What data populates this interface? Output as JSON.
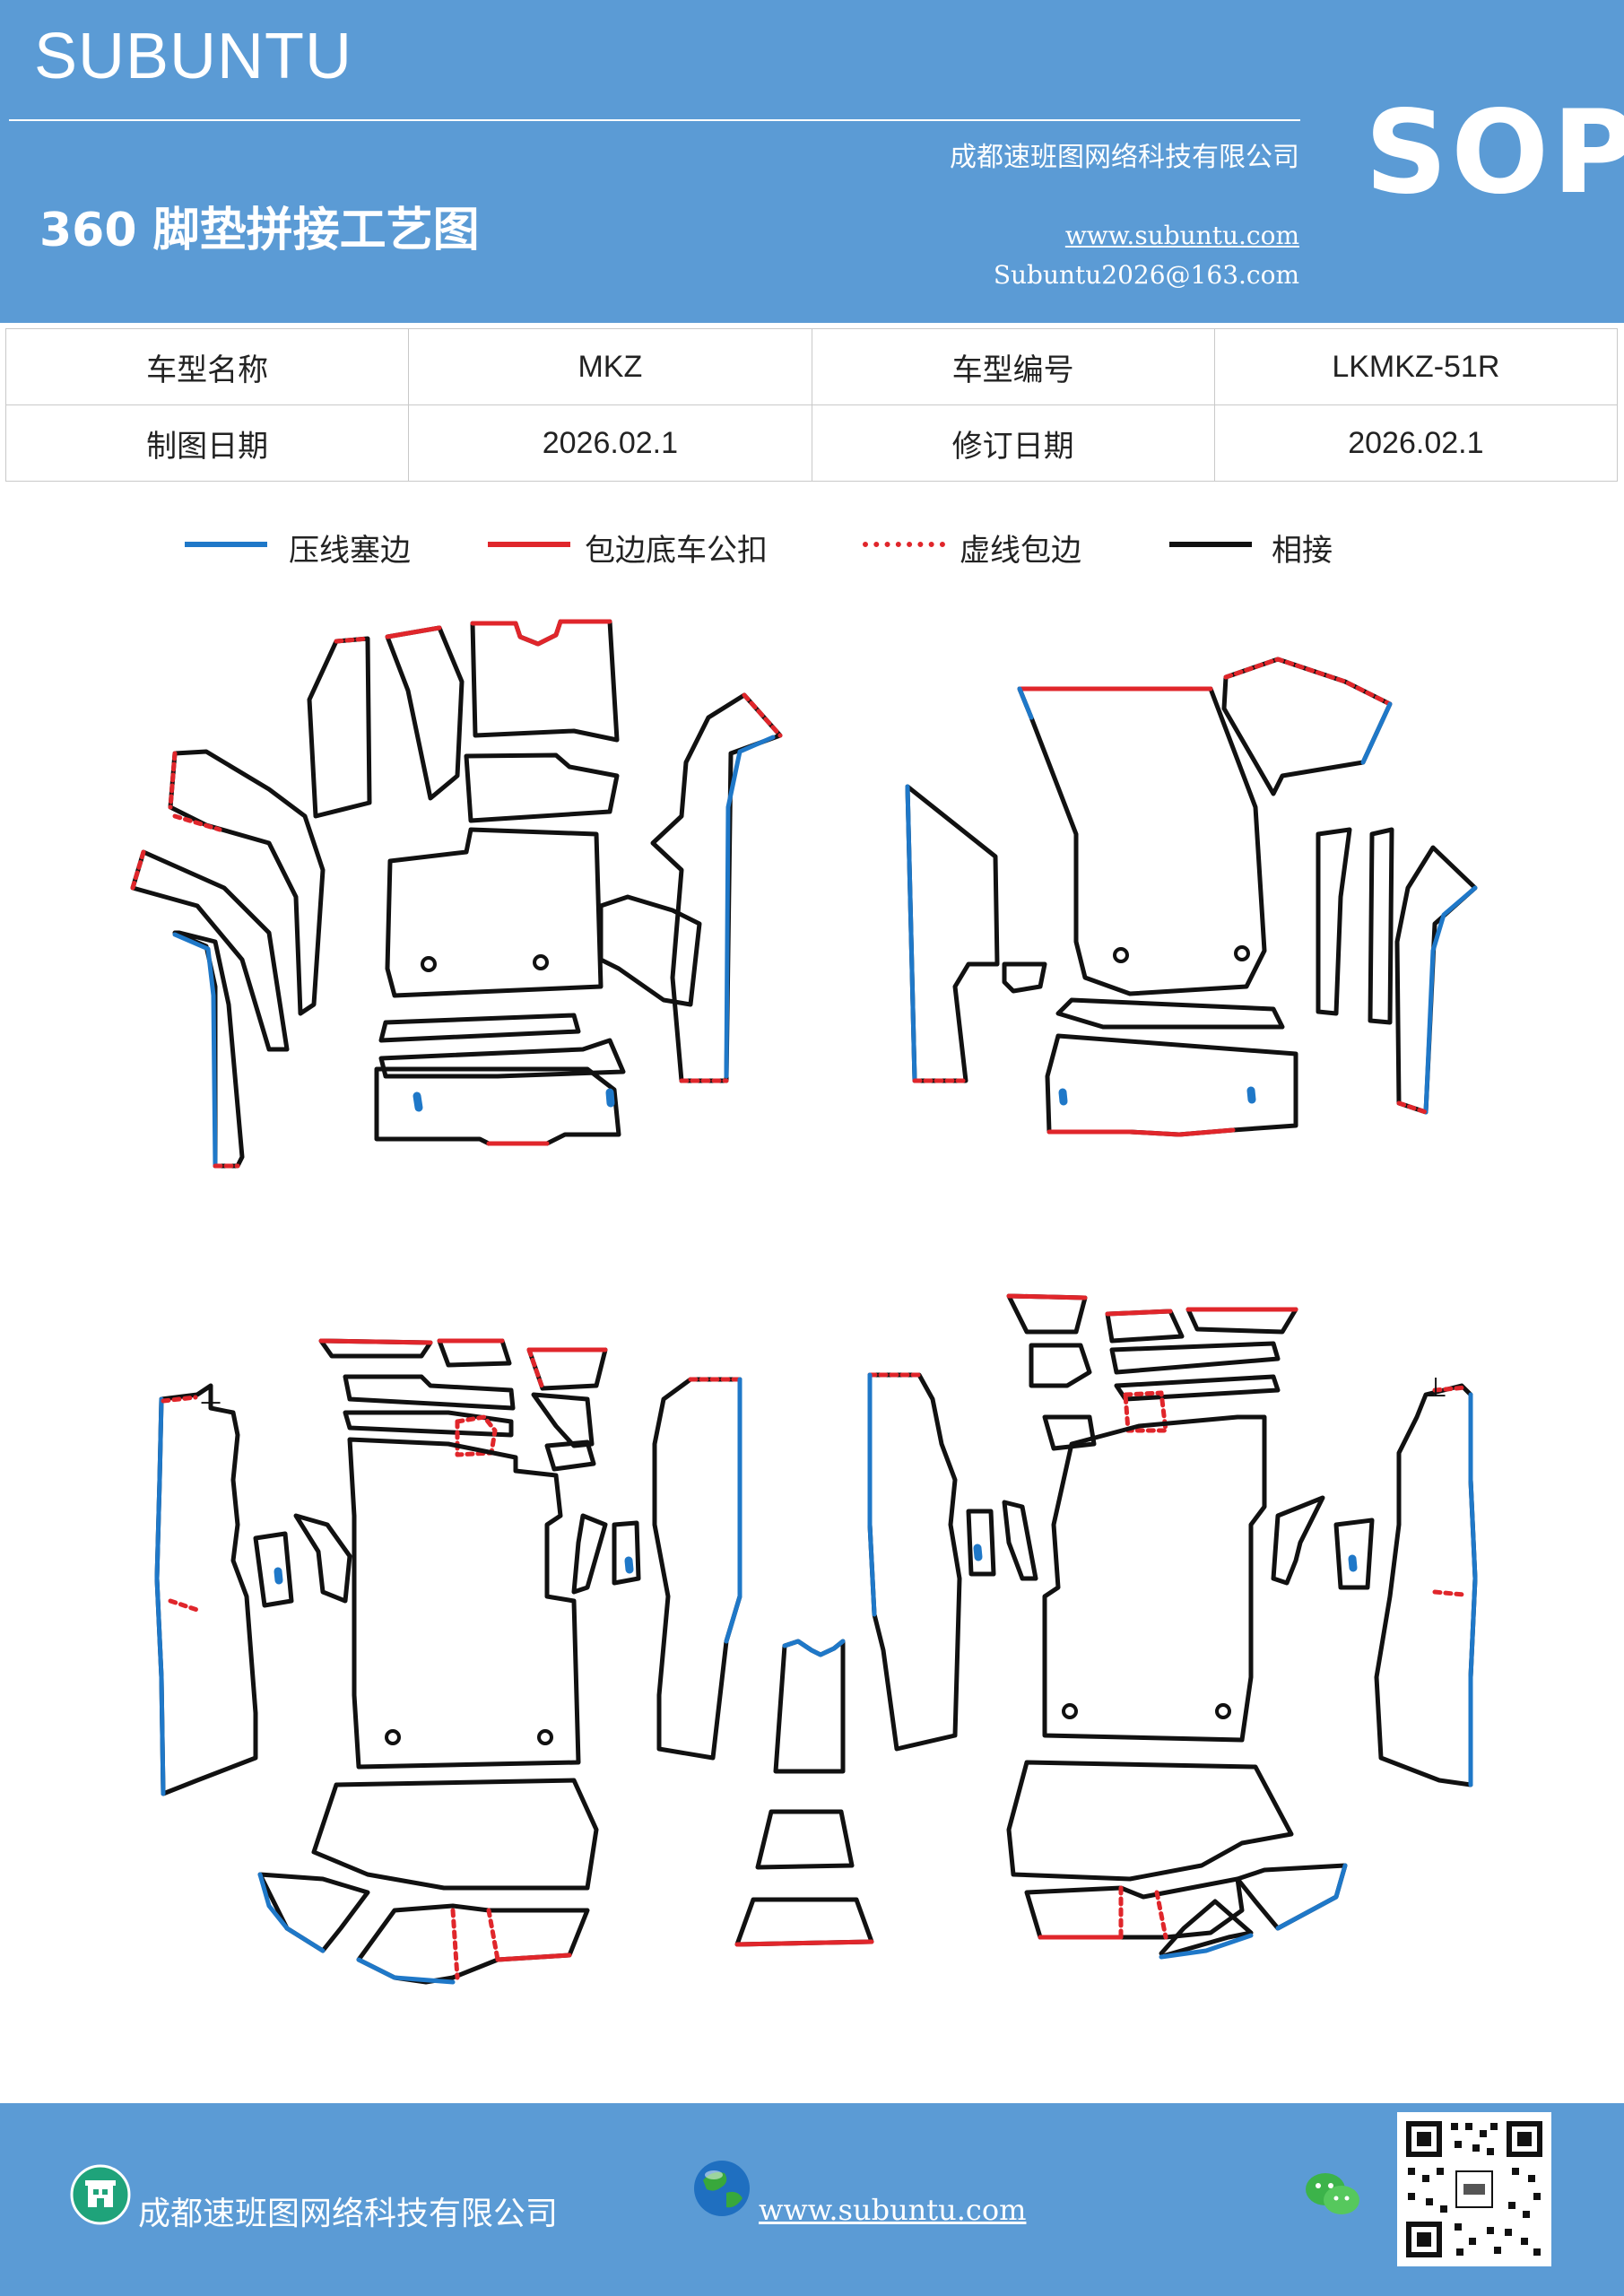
{
  "header": {
    "brand": "SUBUNTU",
    "company": "成都速班图网络科技有限公司",
    "title": "360 脚垫拼接工艺图",
    "website": "www.subuntu.com",
    "email": "Subuntu2026@163.com",
    "badge": "SOP"
  },
  "info_table": {
    "row1": [
      "车型名称",
      "MKZ",
      "车型编号",
      "LKMKZ-51R"
    ],
    "row2": [
      "制图日期",
      "2026.02.1",
      "修订日期",
      "2026.02.1"
    ]
  },
  "legend": [
    {
      "label": "压线塞边",
      "color": "#1f78c8",
      "style": "solid"
    },
    {
      "label": "包边底车公扣",
      "color": "#e0262b",
      "style": "solid"
    },
    {
      "label": "虚线包边",
      "color": "#e0262b",
      "style": "dotted"
    },
    {
      "label": "相接",
      "color": "#111111",
      "style": "solid"
    }
  ],
  "footer": {
    "company": "成都速班图网络科技有限公司",
    "website": "www.subuntu.com"
  },
  "colors": {
    "header_bg": "#5b9bd5",
    "line_blue": "#1f78c8",
    "line_red": "#e0262b",
    "line_black": "#111111"
  }
}
